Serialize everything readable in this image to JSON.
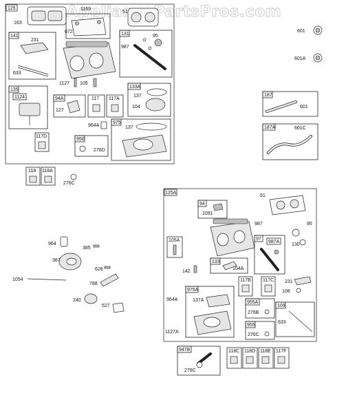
{
  "watermark": "AppliancePartsPros.com",
  "callouts": {
    "c125": "125",
    "c1169": "1169",
    "c163": "163",
    "c51": "51",
    "c672": "672",
    "c141": "141",
    "c231": "231",
    "c633": "633",
    "c131": "131",
    "c95": "95",
    "c987": "987",
    "c601": "601",
    "c601A": "601A",
    "c1127": "1127",
    "c105": "105",
    "c135": "135",
    "c1124": "1124",
    "c94A": "94A",
    "c127": "127",
    "c117": "117",
    "c117A": "117A",
    "c133A": "133A",
    "c137": "137",
    "c104": "104",
    "c187": "187",
    "c187_601": "601",
    "c964A": "964A",
    "c975": "975",
    "c975_137": "137",
    "c117D": "117D",
    "c950": "950",
    "c276D": "276D",
    "c187A": "187A",
    "c601C": "601C",
    "c118": "118",
    "c118A": "118A",
    "c276C": "276C",
    "c125A": "125A",
    "cB51": "51",
    "c94": "94",
    "c1091": "1091",
    "cB987": "987",
    "cB95": "95",
    "c97": "97",
    "c987A": "987A",
    "c130": "130",
    "c105A": "105A",
    "c133": "133",
    "c104A": "104A",
    "c142": "142",
    "c117B": "117B",
    "c117C": "117C",
    "cB231": "231",
    "c108": "108",
    "c964": "964",
    "c385": "385",
    "c387": "387",
    "c628": "628",
    "c788": "788",
    "c1054": "1054",
    "c240": "240",
    "c527": "527",
    "cB964A": "964A",
    "c975A": "975A",
    "c137A": "137A",
    "c955A": "955A",
    "c276B": "276B",
    "c109": "109",
    "cB633": "633",
    "c955": "955",
    "cB276C": "276C",
    "c1127A": "1127A",
    "c947B": "947B",
    "c947_276C": "276C",
    "c118C": "118C",
    "c118D": "118D",
    "c118E": "118E",
    "c117F": "117F"
  }
}
